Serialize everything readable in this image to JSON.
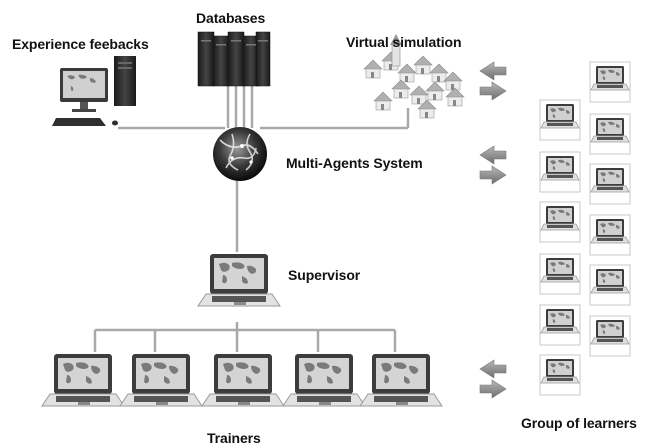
{
  "labels": {
    "experience_feedbacks": "Experience feebacks",
    "databases": "Databases",
    "virtual_simulation": "Virtual simulation",
    "multi_agents_system": "Multi-Agents System",
    "supervisor": "Supervisor",
    "trainers": "Trainers",
    "group_of_learners": "Group of learners"
  },
  "colors": {
    "connector": "#a9a9a9",
    "device_dark": "#3a3a3a",
    "device_light": "#e6e6e6",
    "screen": "#cfcfcf",
    "arrow": "#9a9a9a"
  }
}
